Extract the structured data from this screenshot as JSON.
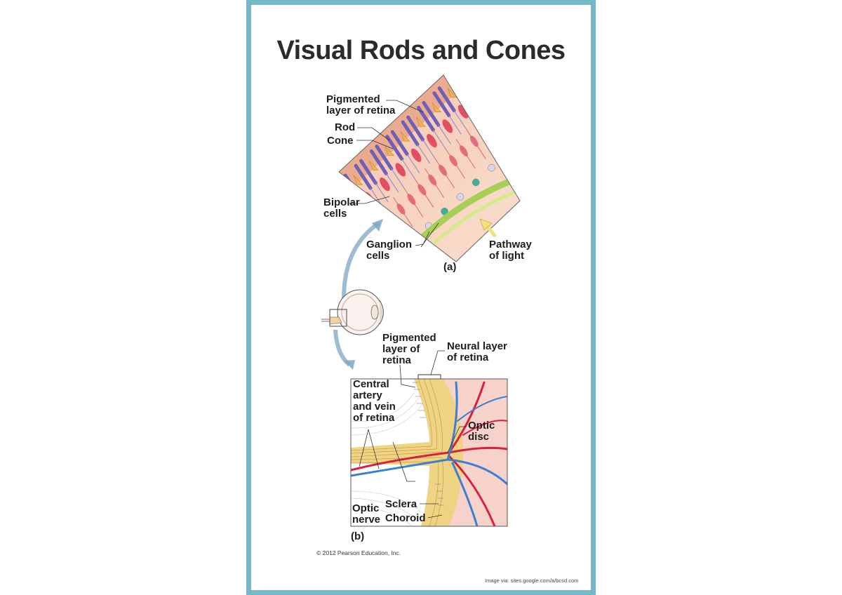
{
  "poster": {
    "title": "Visual Rods and Cones",
    "frame_color": "#75b8cc"
  },
  "panel_a": {
    "label": "(a)",
    "pigmented": "Pigmented\nlayer of retina",
    "rod": "Rod",
    "cone": "Cone",
    "bipolar": "Bipolar\ncells",
    "ganglion": "Ganglion\ncells",
    "pathway": "Pathway\nof light"
  },
  "panel_b": {
    "label": "(b)",
    "pigmented": "Pigmented\nlayer of\nretina",
    "neural": "Neural layer\nof retina",
    "central": "Central\nartery\nand vein\nof retina",
    "optic_disc": "Optic\ndisc",
    "optic_nerve": "Optic\nnerve",
    "sclera": "Sclera",
    "choroid": "Choroid"
  },
  "copyright": "© 2012 Pearson Education, Inc.",
  "credit": "Image via: sites.google.com/a/bcsd.com",
  "colors": {
    "rod": "#6f5fb5",
    "cone": "#e0405a",
    "tissue": "#f6cdb8",
    "artery": "#d8203c",
    "vein": "#3a7fd0",
    "nerve": "#e6c570",
    "arrow": "#7ea7c2"
  }
}
